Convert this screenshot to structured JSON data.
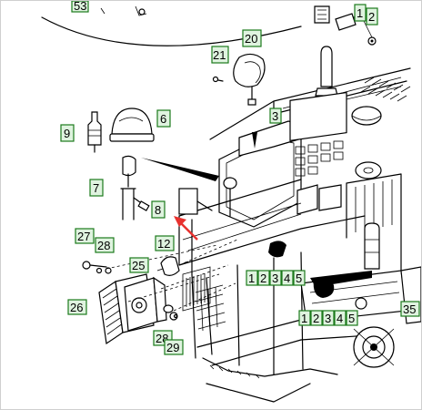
{
  "callouts": [
    {
      "id": "c53",
      "label": "53"
    },
    {
      "id": "c1top",
      "label": "1"
    },
    {
      "id": "c2top",
      "label": "2"
    },
    {
      "id": "c20",
      "label": "20"
    },
    {
      "id": "c21",
      "label": "21"
    },
    {
      "id": "c3a",
      "label": "3"
    },
    {
      "id": "c6",
      "label": "6"
    },
    {
      "id": "c9",
      "label": "9"
    },
    {
      "id": "c7",
      "label": "7"
    },
    {
      "id": "c8",
      "label": "8"
    },
    {
      "id": "c27",
      "label": "27"
    },
    {
      "id": "c28a",
      "label": "28"
    },
    {
      "id": "c12",
      "label": "12"
    },
    {
      "id": "c25",
      "label": "25"
    },
    {
      "id": "c26",
      "label": "26"
    },
    {
      "id": "c28b",
      "label": "28"
    },
    {
      "id": "c29",
      "label": "29"
    },
    {
      "id": "c1m",
      "label": "1"
    },
    {
      "id": "c2m",
      "label": "2"
    },
    {
      "id": "c3m",
      "label": "3"
    },
    {
      "id": "c4m",
      "label": "4"
    },
    {
      "id": "c5m",
      "label": "5"
    },
    {
      "id": "c1b",
      "label": "1"
    },
    {
      "id": "c2b",
      "label": "2"
    },
    {
      "id": "c3b",
      "label": "3"
    },
    {
      "id": "c4b",
      "label": "4"
    },
    {
      "id": "c5b",
      "label": "5"
    },
    {
      "id": "c35",
      "label": "35"
    }
  ],
  "colors": {
    "callout_fill": "#dff3df",
    "callout_border": "#1b7a1b",
    "arrow_red": "#e8322f"
  }
}
